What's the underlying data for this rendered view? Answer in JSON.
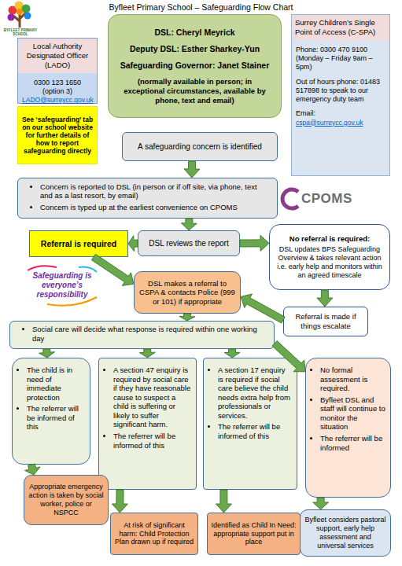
{
  "diagram": {
    "title": "Byfleet Primary School – Safeguarding Flow Chart",
    "nodes": [
      {
        "text": [
          "Local Authority Designated Officer (LADO)",
          "0300 123 1650 (option 3)",
          "LADO@surreycc.gov.uk"
        ]
      },
      {
        "text": [
          "DSL: Cheryl Meyrick",
          "Deputy DSL: Esther Sharkey-Yun",
          "Safeguarding Governor: Janet Stainer",
          "(normally available in person; in exceptional circumstances, available by phone, text and email)"
        ]
      },
      {
        "text": [
          "Surrey Children’s Single Point of Access (C-SPA)",
          "Phone: 0300 470 9100 (Monday – Friday 9am – 5pm)",
          "Out of hours phone: 01483 517898 to speak to our emergency duty team",
          "Email:",
          "cspa@surreycc.gov.uk"
        ]
      },
      {
        "text": [
          "See ‘safeguarding’ tab on our school website for further details of how to report safeguarding directly"
        ]
      },
      {
        "text": [
          "A safeguarding concern is identified"
        ]
      },
      {
        "text": [
          "Concern is reported to DSL (in person or if off site, via phone, text and as a last resort, by email)",
          "Concern is typed up at the earliest convenience on CPOMS"
        ]
      },
      {
        "text": [
          "Referral is required"
        ]
      },
      {
        "text": [
          "DSL reviews the report"
        ]
      },
      {
        "text": [
          "No referral is required:",
          "DSL updates BPS Safeguarding Overview & takes relevant action i.e. early help and monitors within an agreed timescale"
        ]
      },
      {
        "text": [
          "DSL makes a referral to CSPA & contacts Police (999 or 101) if appropriate"
        ]
      },
      {
        "text": [
          "Referral is made if things escalate"
        ]
      },
      {
        "text": [
          "Social care will decide what response is required within one working day"
        ]
      },
      {
        "text": [
          "The child is in need of immediate protection",
          "The referrer will be informed of this"
        ]
      },
      {
        "text": [
          "A section 47 enquiry is required by social care if they have reasonable cause to suspect a child is suffering or likely to suffer significant harm.",
          "The referrer will be informed of this"
        ]
      },
      {
        "text": [
          "A section 17 enquiry is required if social care believe the child needs extra help from professionals or services.",
          "The referrer will be informed of this"
        ]
      },
      {
        "text": [
          "No formal assessment is required.",
          "Byfleet DSL and staff will continue to monitor the situation",
          "The referrer will be informed"
        ]
      },
      {
        "text": [
          "Appropriate emergency action is taken by social worker, police or NSPCC"
        ]
      },
      {
        "text": [
          "At risk of significant harm: Child Protection Plan drawn up if required"
        ]
      },
      {
        "text": [
          "Identified as Child In Need: appropriate support put in place"
        ]
      },
      {
        "text": [
          "Byfleet considers pastoral support, early help assessment and universal services"
        ]
      }
    ],
    "edges": [
      {
        "from": 4,
        "to": 5,
        "arrow": "to"
      },
      {
        "from": 5,
        "to": 7,
        "arrow": "to"
      },
      {
        "from": 7,
        "to": 6,
        "arrow": "to"
      },
      {
        "from": 7,
        "to": 8,
        "arrow": "to"
      },
      {
        "from": 6,
        "to": 9,
        "arrow": "to"
      },
      {
        "from": 8,
        "to": 10,
        "arrow": "to"
      },
      {
        "from": 10,
        "to": 9,
        "arrow": "to"
      },
      {
        "from": 9,
        "to": 11,
        "arrow": "to"
      },
      {
        "from": 11,
        "to": 12,
        "arrow": "to"
      },
      {
        "from": 11,
        "to": 13,
        "arrow": "to"
      },
      {
        "from": 11,
        "to": 14,
        "arrow": "to"
      },
      {
        "from": 11,
        "to": 15,
        "arrow": "to"
      },
      {
        "from": 12,
        "to": 16,
        "arrow": "to"
      },
      {
        "from": 13,
        "to": 17,
        "arrow": "to"
      },
      {
        "from": 14,
        "to": 18,
        "arrow": "to"
      },
      {
        "from": 15,
        "to": 19,
        "arrow": "to"
      }
    ],
    "labels": [
      "BYFLEET PRIMARY SCHOOL",
      "CPOMS",
      "Safeguarding is everyone’s responsibility"
    ]
  }
}
